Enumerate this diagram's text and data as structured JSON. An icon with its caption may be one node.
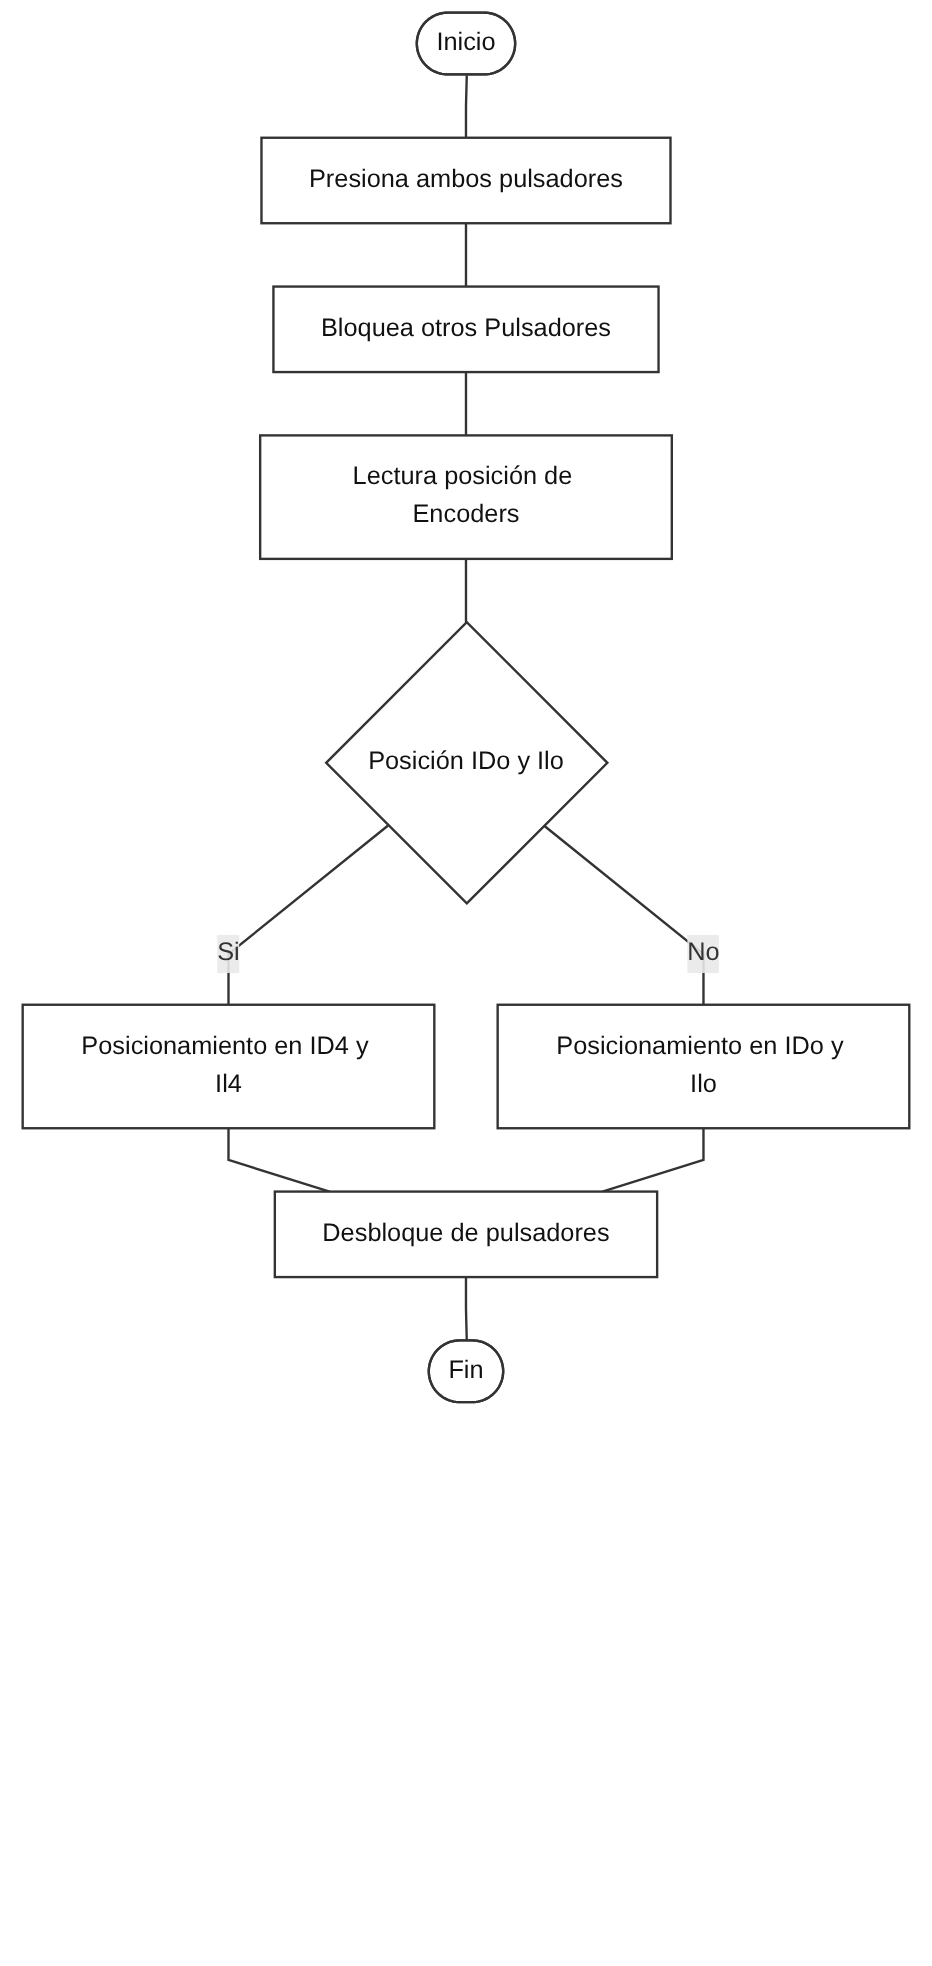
{
  "diagram": {
    "nodes": [
      {
        "text": [
          "Inicio"
        ]
      },
      {
        "text": [
          "Presiona ambos pulsadores"
        ]
      },
      {
        "text": [
          "Bloquea otros Pulsadores"
        ]
      },
      {
        "text": [
          "Lectura posición de Encoders"
        ]
      },
      {
        "text": [
          "Posición IDo y Ilo"
        ]
      },
      {
        "text": [
          "Posicionamiento en ID4 y Il4"
        ]
      },
      {
        "text": [
          "Posicionamiento en IDo y Ilo"
        ]
      },
      {
        "text": [
          "Desbloque de pulsadores"
        ]
      },
      {
        "text": [
          "Fin"
        ]
      }
    ],
    "edges": [
      {
        "from": 0,
        "to": 1,
        "arrow": "none"
      },
      {
        "from": 1,
        "to": 2,
        "arrow": "none"
      },
      {
        "from": 2,
        "to": 3,
        "arrow": "none"
      },
      {
        "from": 3,
        "to": 4,
        "arrow": "none"
      },
      {
        "from": 4,
        "to": 5,
        "label": "Si",
        "arrow": "none"
      },
      {
        "from": 4,
        "to": 6,
        "label": "No",
        "arrow": "none"
      },
      {
        "from": 5,
        "to": 7,
        "arrow": "none"
      },
      {
        "from": 6,
        "to": 7,
        "arrow": "none"
      },
      {
        "from": 7,
        "to": 8,
        "arrow": "none"
      }
    ]
  }
}
